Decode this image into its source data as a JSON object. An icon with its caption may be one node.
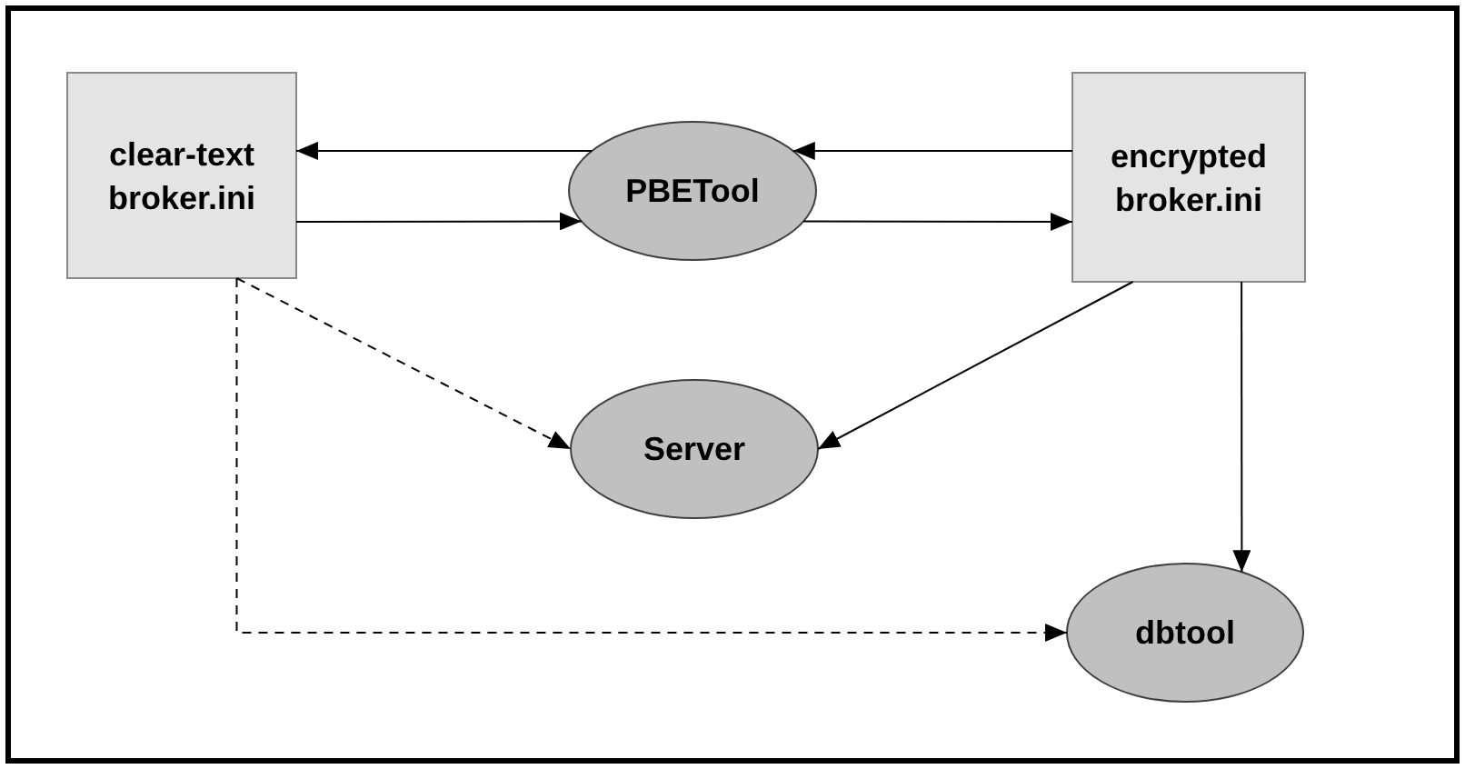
{
  "diagram": {
    "nodes": [
      {
        "text": [
          "clear-text broker.ini"
        ]
      },
      {
        "text": [
          "PBETool"
        ]
      },
      {
        "text": [
          "encrypted broker.ini"
        ]
      },
      {
        "text": [
          "Server"
        ]
      },
      {
        "text": [
          "dbtool"
        ]
      }
    ],
    "edges": [
      {
        "from": 1,
        "to": 0,
        "arrow": "to"
      },
      {
        "from": 0,
        "to": 1,
        "arrow": "to"
      },
      {
        "from": 2,
        "to": 1,
        "arrow": "to"
      },
      {
        "from": 1,
        "to": 2,
        "arrow": "to"
      },
      {
        "from": 0,
        "to": 3,
        "arrow": "to",
        "style": "dashed"
      },
      {
        "from": 2,
        "to": 3,
        "arrow": "to"
      },
      {
        "from": 2,
        "to": 4,
        "arrow": "to"
      },
      {
        "from": 0,
        "to": 4,
        "arrow": "to",
        "style": "dashed"
      }
    ]
  }
}
